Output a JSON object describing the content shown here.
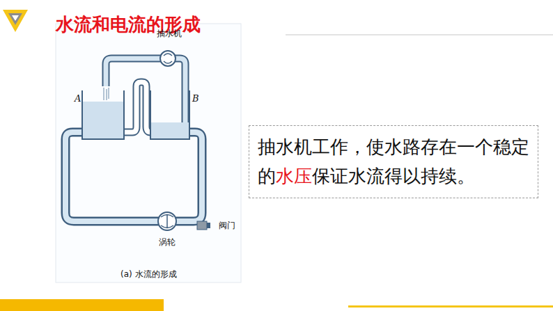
{
  "diagram": {
    "title": "水流和电流的形成",
    "caption": "(a) 水流的形成",
    "nodes": [
      {
        "text": [
          "抽水机工作，使水路存在一个稳定的",
          "水压",
          "保证水流得以持续。"
        ]
      }
    ],
    "labels": [
      "抽水机",
      "A",
      "B",
      "阀门",
      "涡轮"
    ]
  }
}
